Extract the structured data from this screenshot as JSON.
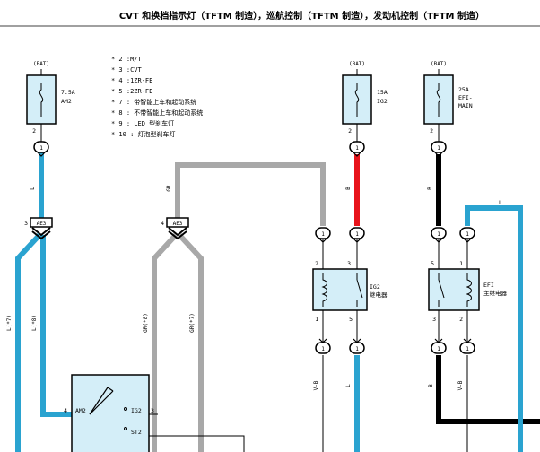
{
  "title": "CVT 和换档指示灯（TFTM 制造），巡航控制（TFTM 制造），发动机控制（TFTM 制造）",
  "notes": [
    "* 2 :M/T",
    "* 3 :CVT",
    "* 4 :1ZR-FE",
    "* 5 :2ZR-FE",
    "* 7 : 带智能上车和起动系统",
    "* 8 : 不带智能上车和起动系统",
    "* 9 : LED 型刹车灯",
    "* 10 : 灯泡型刹车灯"
  ],
  "fuses": {
    "am2": {
      "bat": "(BAT)",
      "rating": "7.5A",
      "name": "AM2",
      "pin": "2",
      "conn": "1"
    },
    "ig2": {
      "bat": "(BAT)",
      "rating": "15A",
      "name": "IG2",
      "pin": "2",
      "conn": "1"
    },
    "efi": {
      "bat": "(BAT)",
      "rating": "25A",
      "name1": "EFI-",
      "name2": "MAIN",
      "pin": "2",
      "conn": "1"
    }
  },
  "connectors": {
    "ae3_left": {
      "id": "AE3",
      "pin": "3"
    },
    "ae3_mid": {
      "id": "AE3",
      "pin": "4"
    }
  },
  "relays": {
    "ig2": {
      "name1": "IG2",
      "name2": "继电器",
      "pin_tl": "2",
      "pin_tr": "3",
      "pin_bl": "1",
      "pin_br": "5"
    },
    "efi": {
      "name1": "EFI",
      "name2": "主继电器",
      "pin_tl": "5",
      "pin_tr": "1",
      "pin_bl": "3",
      "pin_br": "2"
    }
  },
  "wire_labels": {
    "l": "L",
    "gr": "GR",
    "b": "B",
    "l7": "L(*7)",
    "l8": "L(*8)",
    "gr8": "GR(*8)",
    "gr7": "GR(*7)",
    "vb": "V-B",
    "l_right": "L"
  },
  "switch": {
    "am2": "AM2",
    "ig2": "IG2",
    "st2": "ST2",
    "pin4": "4",
    "pin3": "3"
  },
  "inline_conn": "1",
  "colors": {
    "blue": "#2aa3d0",
    "grey": "#a8a8a8",
    "red": "#e8141b",
    "black": "#000000",
    "box": "#d4eef8"
  }
}
